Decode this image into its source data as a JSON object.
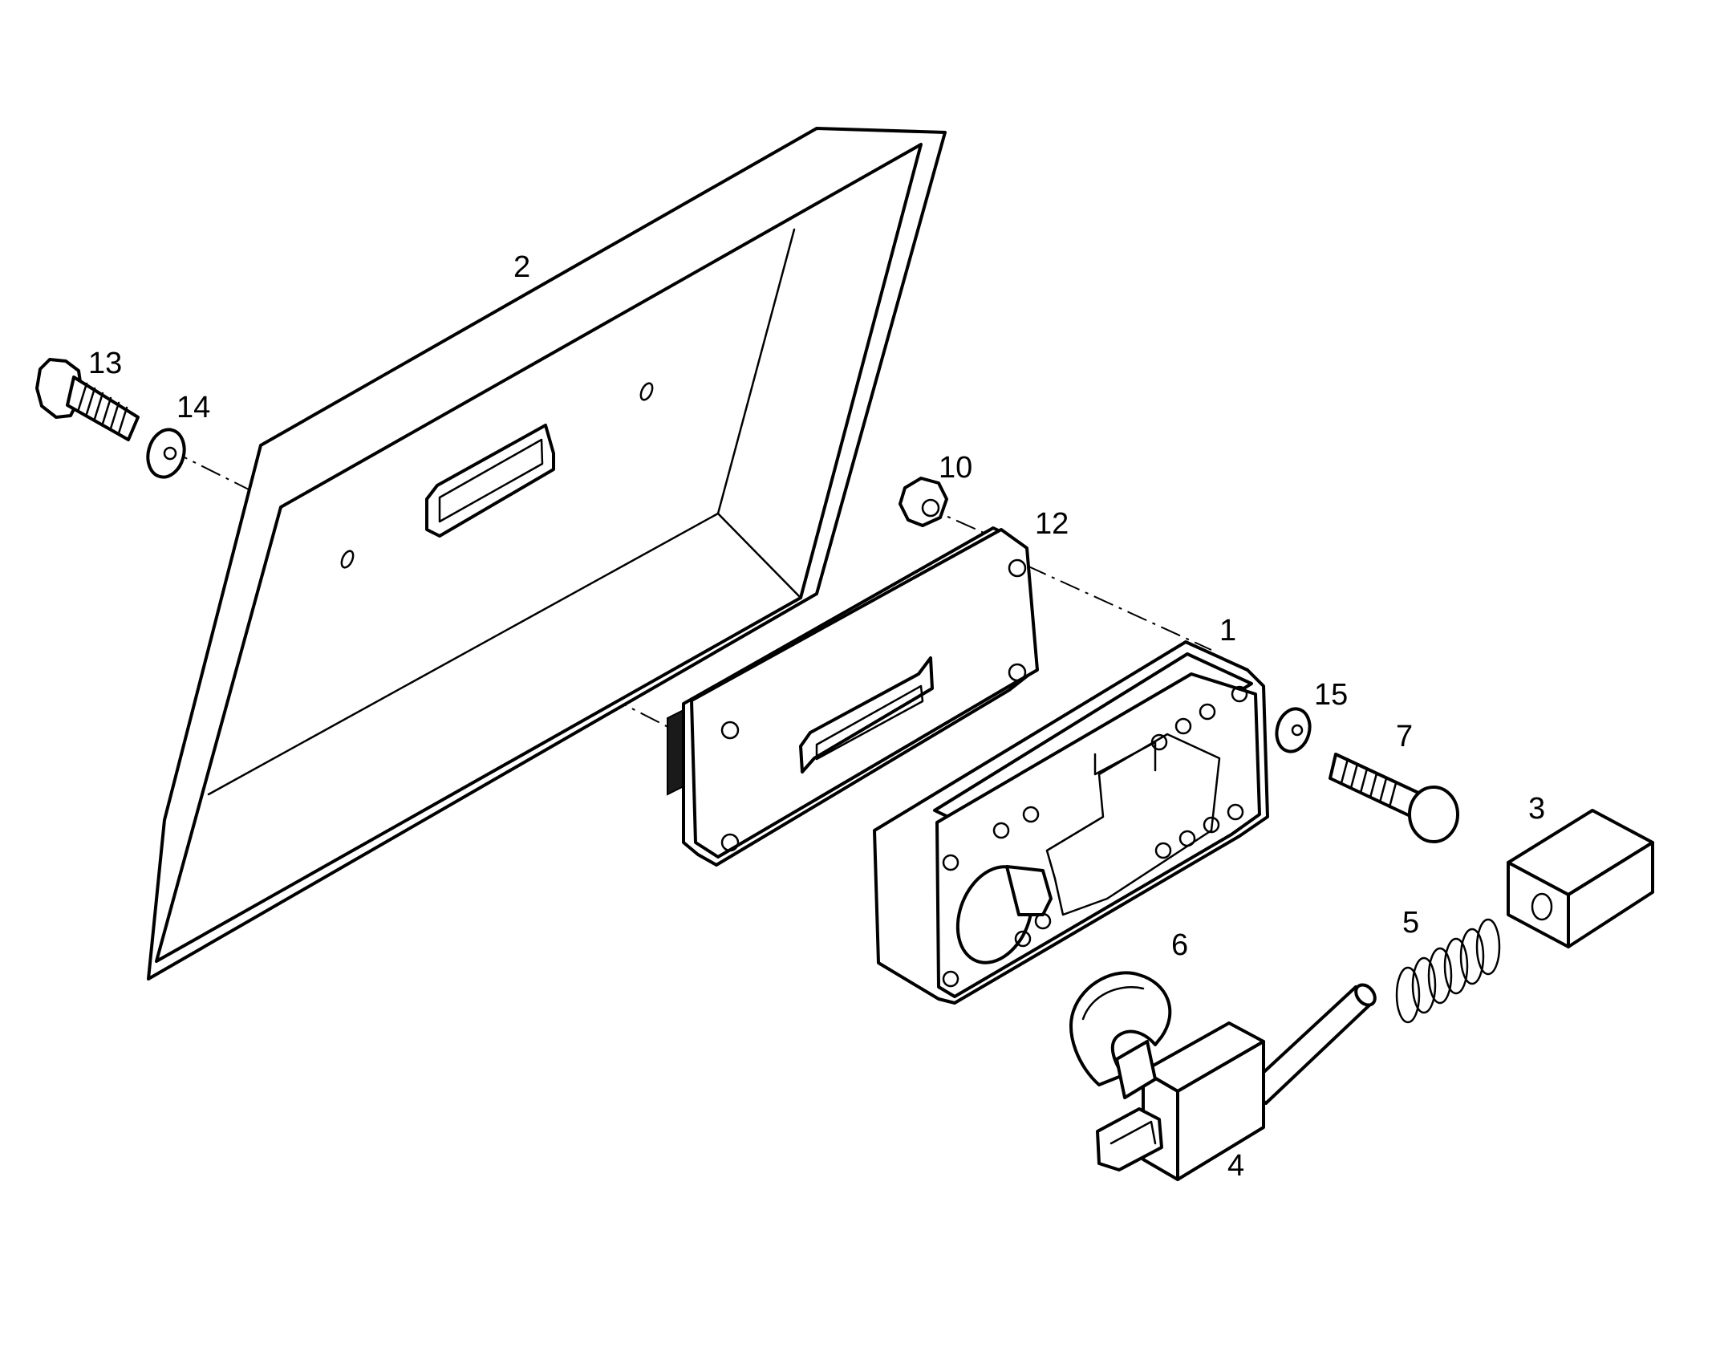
{
  "diagram": {
    "colors": {
      "ink": "#000000",
      "paper": "#ffffff"
    },
    "callouts": [
      {
        "id": "part-1",
        "label": "1"
      },
      {
        "id": "part-2",
        "label": "2"
      },
      {
        "id": "part-3",
        "label": "3"
      },
      {
        "id": "part-4",
        "label": "4"
      },
      {
        "id": "part-5",
        "label": "5"
      },
      {
        "id": "part-6",
        "label": "6"
      },
      {
        "id": "part-7",
        "label": "7"
      },
      {
        "id": "part-10",
        "label": "10"
      },
      {
        "id": "part-12",
        "label": "12"
      },
      {
        "id": "part-13",
        "label": "13"
      },
      {
        "id": "part-14",
        "label": "14"
      },
      {
        "id": "part-15",
        "label": "15"
      }
    ]
  }
}
